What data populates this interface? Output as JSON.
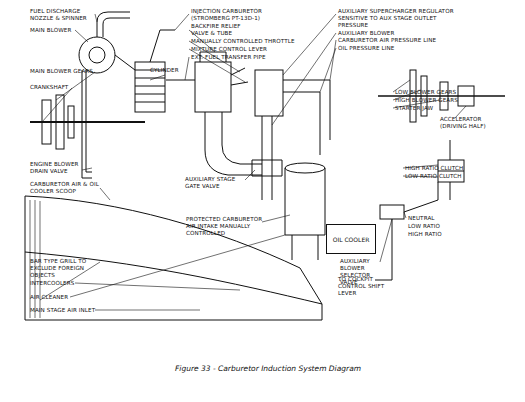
{
  "diagram": {
    "caption": "Figure 33 - Carburetor Induction System Diagram",
    "nodes": [
      {
        "text": [
          "OIL COOLER"
        ]
      }
    ],
    "edges": [],
    "labels": [
      "FUEL DISCHARGE NOZZLE & SPINNER",
      "MAIN BLOWER",
      "CYLINDER",
      "MAIN BLOWER GEARS",
      "CRANKSHAFT",
      "ENGINE BLOWER DRAIN VALVE",
      "CARBURETOR AIR & OIL COOLER SCOOP",
      "INJECTION CARBURETOR (STROMBERG PT-13D-1)",
      "BACKFIRE RELIEF VALVE & TUBE",
      "MANUALLY CONTROLLED THROTTLE",
      "MIXTURE CONTROL LEVER",
      "EXT. FUEL TRANSFER PIPE",
      "AUXILIARY STAGE GATE VALVE",
      "PROTECTED CARBURETOR AIR INTAKE MANUALLY CONTROLLED",
      "BAR TYPE GRILL TO EXCLUDE FOREIGN OBJECTS",
      "INTERCOOLERS",
      "AIR CLEANER",
      "MAIN STAGE AIR INLET",
      "AUXILIARY SUPERCHARGER REGULATOR SENSITIVE TO AUX STAGE OUTLET PRESSURE",
      "AUXILIARY BLOWER",
      "CARBURETOR AIR PRESSURE LINE",
      "OIL PRESSURE LINE",
      "LOW BLOWER GEARS",
      "HIGH BLOWER GEARS",
      "STARTER JAW",
      "ACCELERATOR (DRIVING HALF)",
      "HIGH RATIO CLUTCH",
      "LOW RATIO CLUTCH",
      "NEUTRAL",
      "LOW RATIO",
      "HIGH RATIO",
      "AUXILIARY BLOWER SELECTOR VALVE",
      "TO COCKPIT CONTROL SHIFT LEVER"
    ]
  }
}
